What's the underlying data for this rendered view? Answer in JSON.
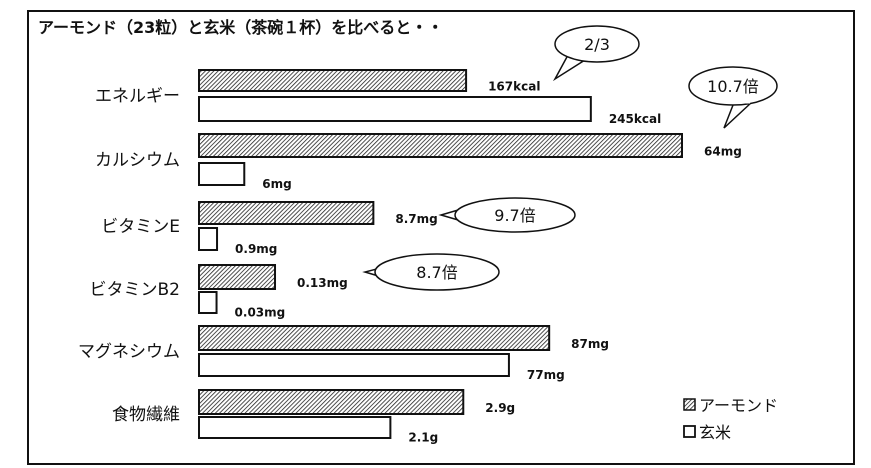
{
  "chart_data": {
    "type": "bar",
    "orientation": "horizontal",
    "title": "アーモンド（23粒）と玄米（茶碗１杯）を比べると・・",
    "categories": [
      "エネルギー",
      "カルシウム",
      "ビタミンE",
      "ビタミンB2",
      "マグネシウム",
      "食物繊維"
    ],
    "scale_max": [
      302,
      64,
      24.1,
      0.826,
      120,
      5.3
    ],
    "series": [
      {
        "name": "アーモンド",
        "fill": "hatch",
        "values": [
          167,
          64,
          8.7,
          0.13,
          87,
          2.9
        ],
        "labels": [
          "167kcal",
          "64mg",
          "8.7mg",
          "0.13mg",
          "87mg",
          "2.9g"
        ]
      },
      {
        "name": "玄米",
        "fill": "white",
        "values": [
          245,
          6,
          0.9,
          0.03,
          77,
          2.1
        ],
        "labels": [
          "245kcal",
          "6mg",
          "0.9mg",
          "0.03mg",
          "77mg",
          "2.1g"
        ]
      }
    ],
    "annotations": [
      "2/3",
      "10.7倍",
      "9.7倍",
      "8.7倍"
    ],
    "legend": {
      "position": "bottom-right",
      "entries": [
        "アーモンド",
        "玄米"
      ]
    },
    "grid": false
  }
}
